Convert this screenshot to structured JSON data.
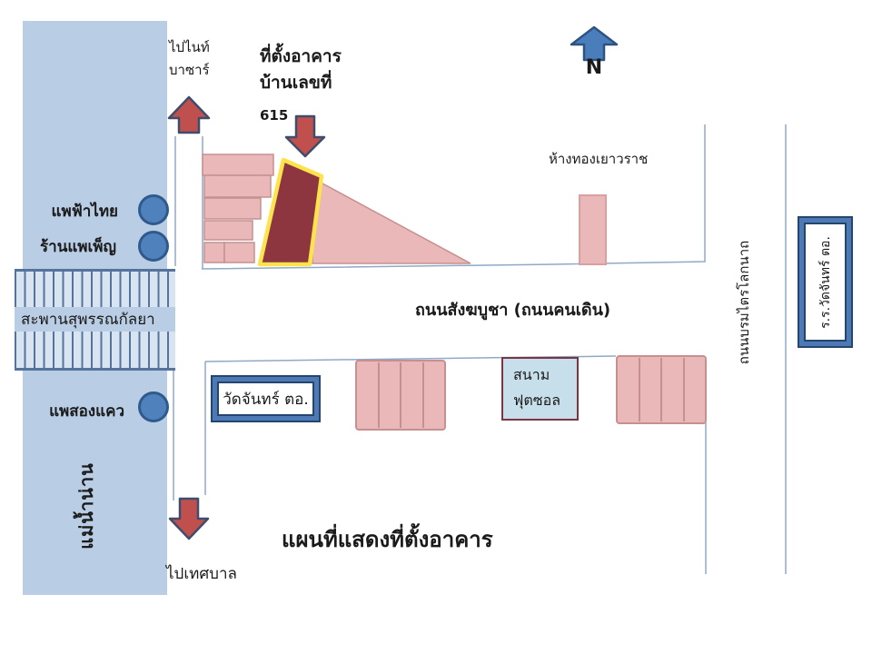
{
  "map_title": {
    "line1": "ที่ตั้งอาคาร",
    "line2": "บ้านเลขที่",
    "line3": "615"
  },
  "caption": "แผนที่แสดงที่ตั้งอาคาร",
  "compass": {
    "label": "N"
  },
  "river": {
    "name": "แม่น้ำน่าน"
  },
  "bridge": {
    "name": "สะพานสุพรรณกัลยา"
  },
  "piers": [
    {
      "label": "แพฟ้าไทย"
    },
    {
      "label": "ร้านแพเพ็ญ"
    },
    {
      "label": "แพสองแคว"
    }
  ],
  "directions": {
    "north_exit_line1": "ไปไนท์",
    "north_exit_line2": "บาซาร์",
    "south_exit": "ไปเทศบาล"
  },
  "roads": {
    "walking_street": "ถนนสังฆบูชา (ถนนคนเดิน)",
    "east_road": "ถนนบรมไตรโลกนาถ"
  },
  "places": {
    "gold_shop": "ห้างทองเยาวราช",
    "temple": "วัดจันทร์ ตอ.",
    "school": "ร.ร.วัดจันทร์ ตอ.",
    "futsal_line1": "สนาม",
    "futsal_line2": "ฟุตซอล"
  },
  "colors": {
    "river_blue": "#b9cde5",
    "pier_dot_blue": "#4f81bd",
    "building_pink": "#eab8b8",
    "building_pink_border": "#c69090",
    "target_building_maroon": "#8e3640",
    "target_highlight_yellow": "#ffe34d",
    "arrow_red": "#c0504d",
    "arrow_blue": "#4a7ebb",
    "road_line": "#8fa9c7",
    "box_border_blue": "#4d7ab5",
    "futsal_fill": "#c6dfeb",
    "futsal_border": "#7c3541"
  }
}
